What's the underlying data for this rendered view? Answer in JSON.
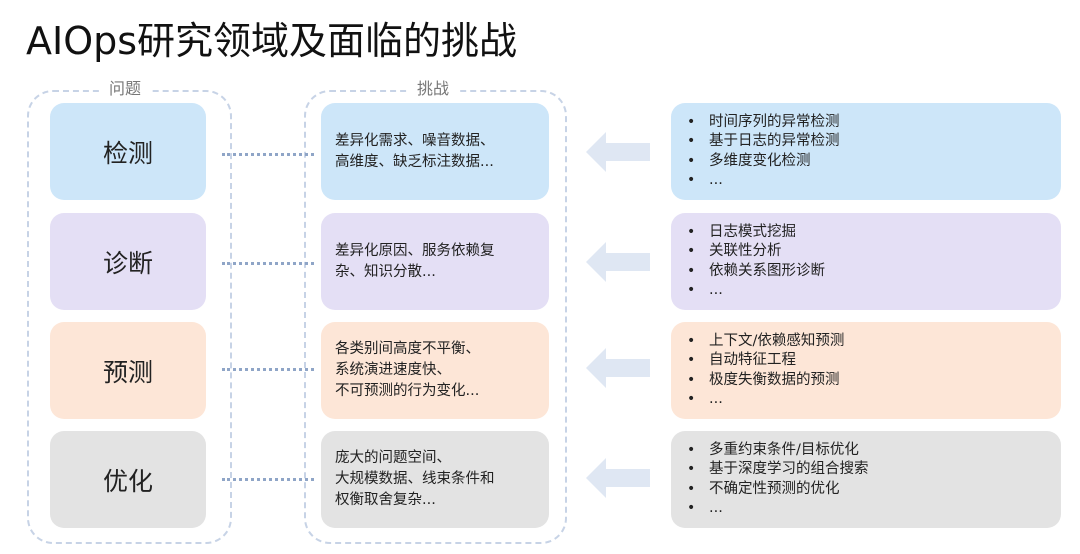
{
  "title": "AIOps研究领域及面临的挑战",
  "headers": {
    "problems": "问题",
    "challenges": "挑战"
  },
  "rows": [
    {
      "problem": "检测",
      "challenge": "差异化需求、噪音数据、\n高维度、缺乏标注数据...",
      "research": [
        "时间序列的异常检测",
        "基于日志的异常检测",
        "多维度变化检测",
        "..."
      ]
    },
    {
      "problem": "诊断",
      "challenge": "差异化原因、服务依赖复\n杂、知识分散...",
      "research": [
        "日志模式挖掘",
        "关联性分析",
        "依赖关系图形诊断",
        "..."
      ]
    },
    {
      "problem": "预测",
      "challenge": "各类别间高度不平衡、\n系统演进速度快、\n不可预测的行为变化...",
      "research": [
        "上下文/依赖感知预测",
        "自动特征工程",
        "极度失衡数据的预测",
        "..."
      ]
    },
    {
      "problem": "优化",
      "challenge": "庞大的问题空间、\n大规模数据、线束条件和\n权衡取舍复杂...",
      "research": [
        "多重约束条件/目标优化",
        "基于深度学习的组合搜索",
        "不确定性预测的优化",
        "..."
      ]
    }
  ],
  "colors": {
    "detect": "#cde6f9",
    "diagnose": "#e4dff5",
    "predict": "#fde6d7",
    "optimize": "#e3e3e3",
    "arrow": "#dfe7f3",
    "dotted": "#8fa5c7",
    "frame": "#c7d3e6"
  },
  "icons": {
    "arrow": "left-arrow-icon",
    "bullet": "bullet"
  }
}
